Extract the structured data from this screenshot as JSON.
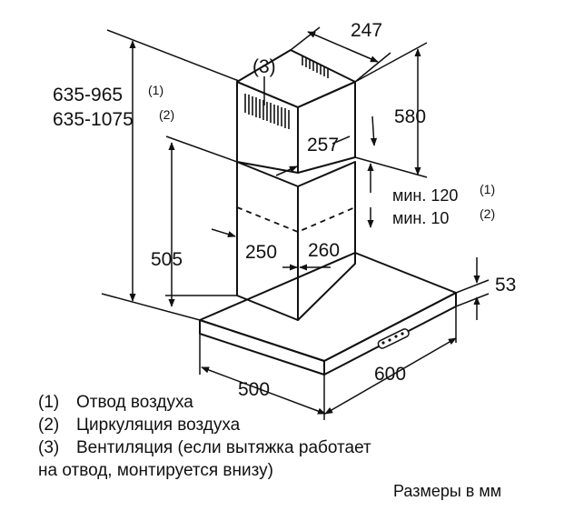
{
  "parts": {
    "vent_marker": "(3)"
  },
  "dimensions": {
    "total_height_a": "635-965",
    "total_height_a_ref": "(1)",
    "total_height_b": "635-1075",
    "total_height_b_ref": "(2)",
    "chimney_depth_top": "247",
    "upper_chimney_height": "580",
    "upper_chimney_width": "257",
    "min_gap_exhaust": "мин. 120",
    "min_gap_exhaust_ref": "(1)",
    "min_gap_recirc": "мин. 10",
    "min_gap_recirc_ref": "(2)",
    "lower_chimney_height": "505",
    "lower_chimney_width": "250",
    "lower_chimney_depth": "260",
    "canopy_thickness": "53",
    "canopy_depth": "500",
    "canopy_width": "600"
  },
  "legend": [
    {
      "num": "(1)",
      "text": "Отвод воздуха"
    },
    {
      "num": "(2)",
      "text": "Циркуляция воздуха"
    },
    {
      "num": "(3)",
      "text": "Вентиляция (если вытяжка работает",
      "cont": "на отвод, монтируется внизу)"
    }
  ],
  "units_note": "Размеры в мм"
}
